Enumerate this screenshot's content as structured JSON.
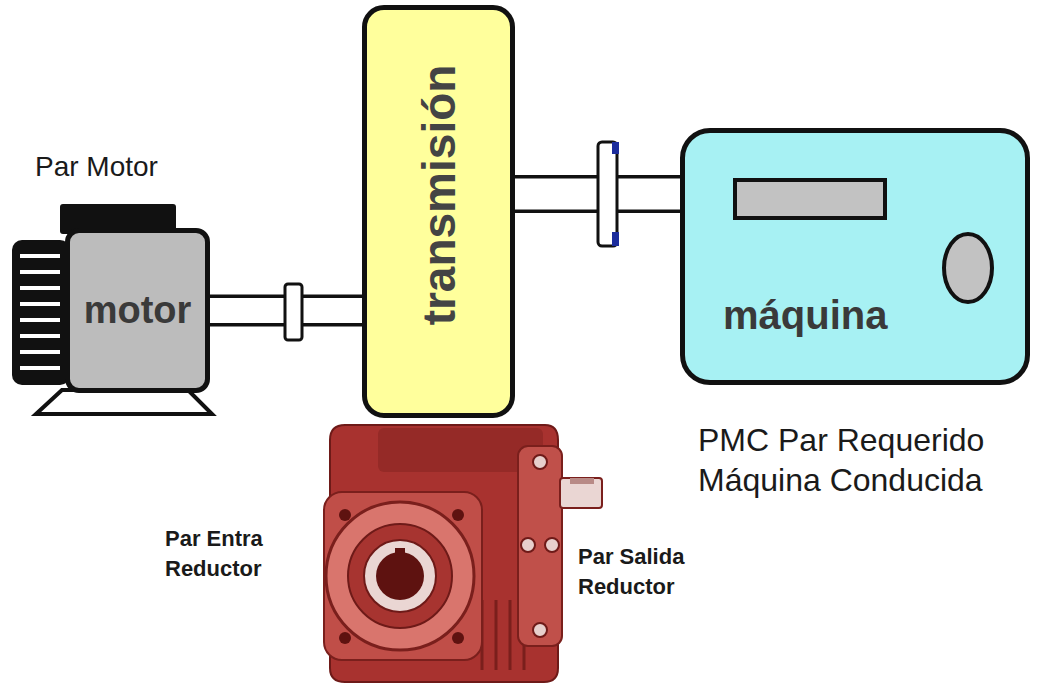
{
  "diagram": {
    "nodes": [
      {
        "text": [
          "motor"
        ]
      },
      {
        "text": [
          "transmisión"
        ]
      },
      {
        "text": [
          "máquina"
        ]
      }
    ],
    "edges": [
      {
        "from": 0,
        "to": 1,
        "arrow": "none"
      },
      {
        "from": 1,
        "to": 2,
        "arrow": "none"
      }
    ],
    "labels": [
      "Par Motor",
      "PMC Par Requerido Máquina Conducida",
      "Par Entra Reductor",
      "Par Salida Reductor"
    ]
  }
}
